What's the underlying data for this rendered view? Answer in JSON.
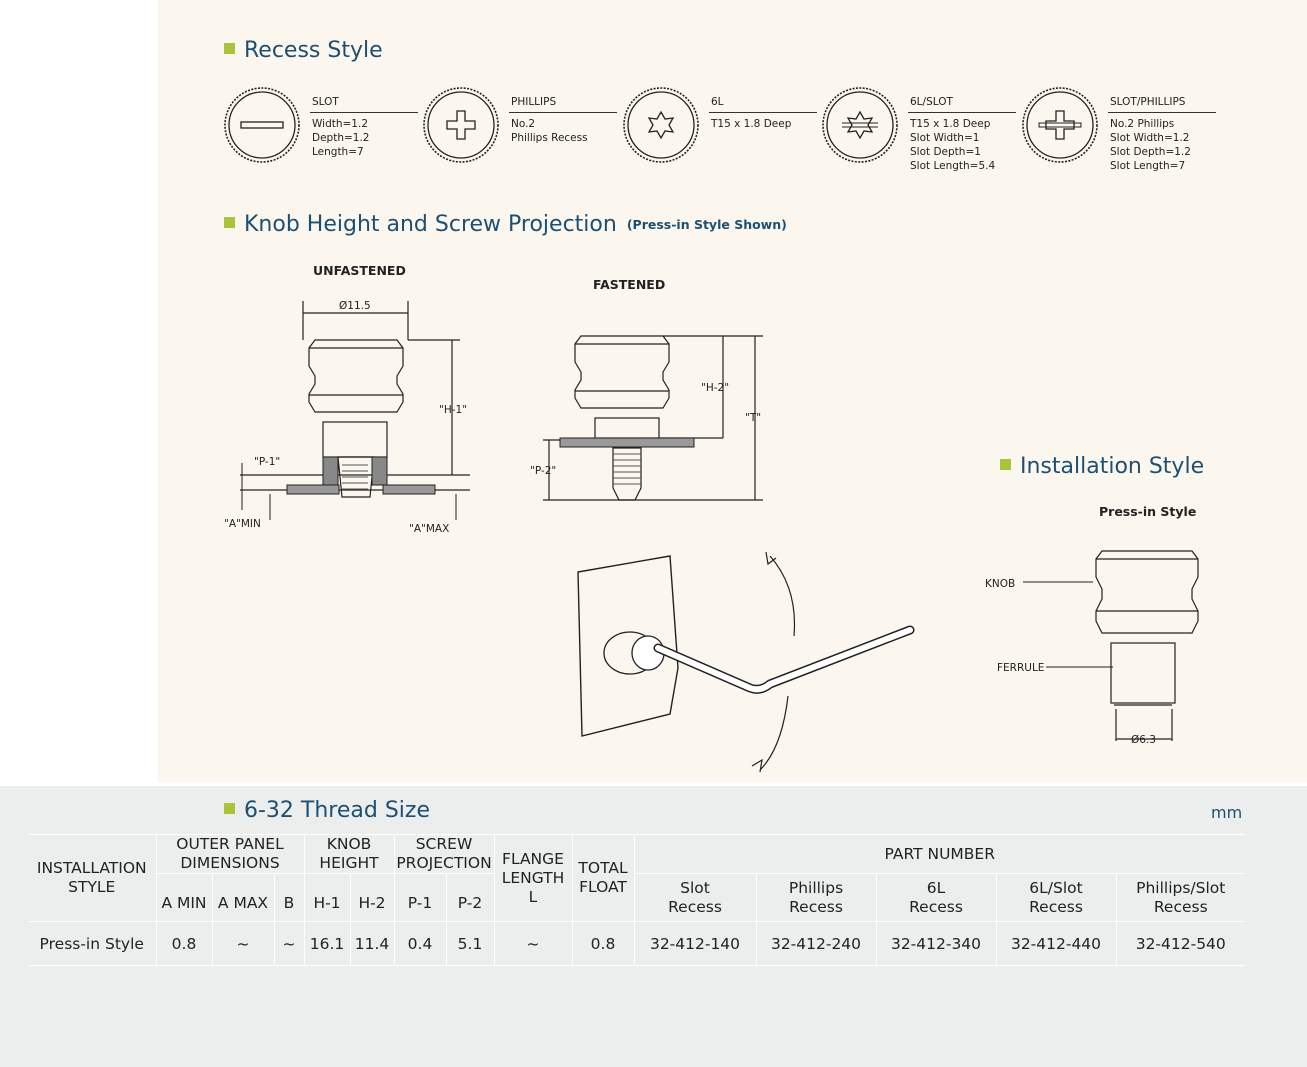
{
  "recess_style": {
    "title": "Recess Style",
    "items": [
      {
        "name": "SLOT",
        "lines": [
          "Width=1.2",
          "Depth=1.2",
          "Length=7"
        ]
      },
      {
        "name": "PHILLIPS",
        "lines": [
          "No.2",
          "Phillips Recess"
        ]
      },
      {
        "name": "6L",
        "lines": [
          "T15 x 1.8 Deep"
        ]
      },
      {
        "name": "6L/SLOT",
        "lines": [
          "T15 x 1.8 Deep",
          "Slot Width=1",
          "Slot Depth=1",
          "Slot Length=5.4"
        ]
      },
      {
        "name": "SLOT/PHILLIPS",
        "lines": [
          "No.2 Phillips",
          "Slot Width=1.2",
          "Slot Depth=1.2",
          "Slot Length=7"
        ]
      }
    ]
  },
  "knob_height": {
    "title": "Knob Height and Screw Projection",
    "subtitle": "(Press-in Style Shown)",
    "unfastened": "UNFASTENED",
    "fastened": "FASTENED",
    "dia": "Ø11.5",
    "h1": "\"H-1\"",
    "h2": "\"H-2\"",
    "t": "\"T\"",
    "p1": "\"P-1\"",
    "p2": "\"P-2\"",
    "amin": "\"A\"MIN",
    "amax": "\"A\"MAX"
  },
  "installation": {
    "title": "Installation Style",
    "subtitle": "Press-in Style",
    "knob": "KNOB",
    "ferrule": "FERRULE",
    "dia": "Ø6.3"
  },
  "table": {
    "title": "6-32 Thread Size",
    "unit": "mm",
    "headers": {
      "installation_style": [
        "INSTALLATION",
        "STYLE"
      ],
      "outer_panel": [
        "OUTER PANEL",
        "DIMENSIONS"
      ],
      "a_min": "A MIN",
      "a_max": "A MAX",
      "b": "B",
      "knob_height": [
        "KNOB",
        "HEIGHT"
      ],
      "h1": "H-1",
      "h2": "H-2",
      "screw_projection": [
        "SCREW",
        "PROJECTION"
      ],
      "p1": "P-1",
      "p2": "P-2",
      "flange_length": [
        "FLANGE",
        "LENGTH",
        "L"
      ],
      "total_float": [
        "TOTAL",
        "FLOAT"
      ],
      "part_number": "PART NUMBER",
      "pn_cols": [
        [
          "Slot",
          "Recess"
        ],
        [
          "Phillips",
          "Recess"
        ],
        [
          "6L",
          "Recess"
        ],
        [
          "6L/Slot",
          "Recess"
        ],
        [
          "Phillips/Slot",
          "Recess"
        ]
      ]
    },
    "rows": [
      [
        "Press-in Style",
        "0.8",
        "~",
        "~",
        "16.1",
        "11.4",
        "0.4",
        "5.1",
        "~",
        "0.8",
        "32-412-140",
        "32-412-240",
        "32-412-340",
        "32-412-440",
        "32-412-540"
      ]
    ]
  }
}
